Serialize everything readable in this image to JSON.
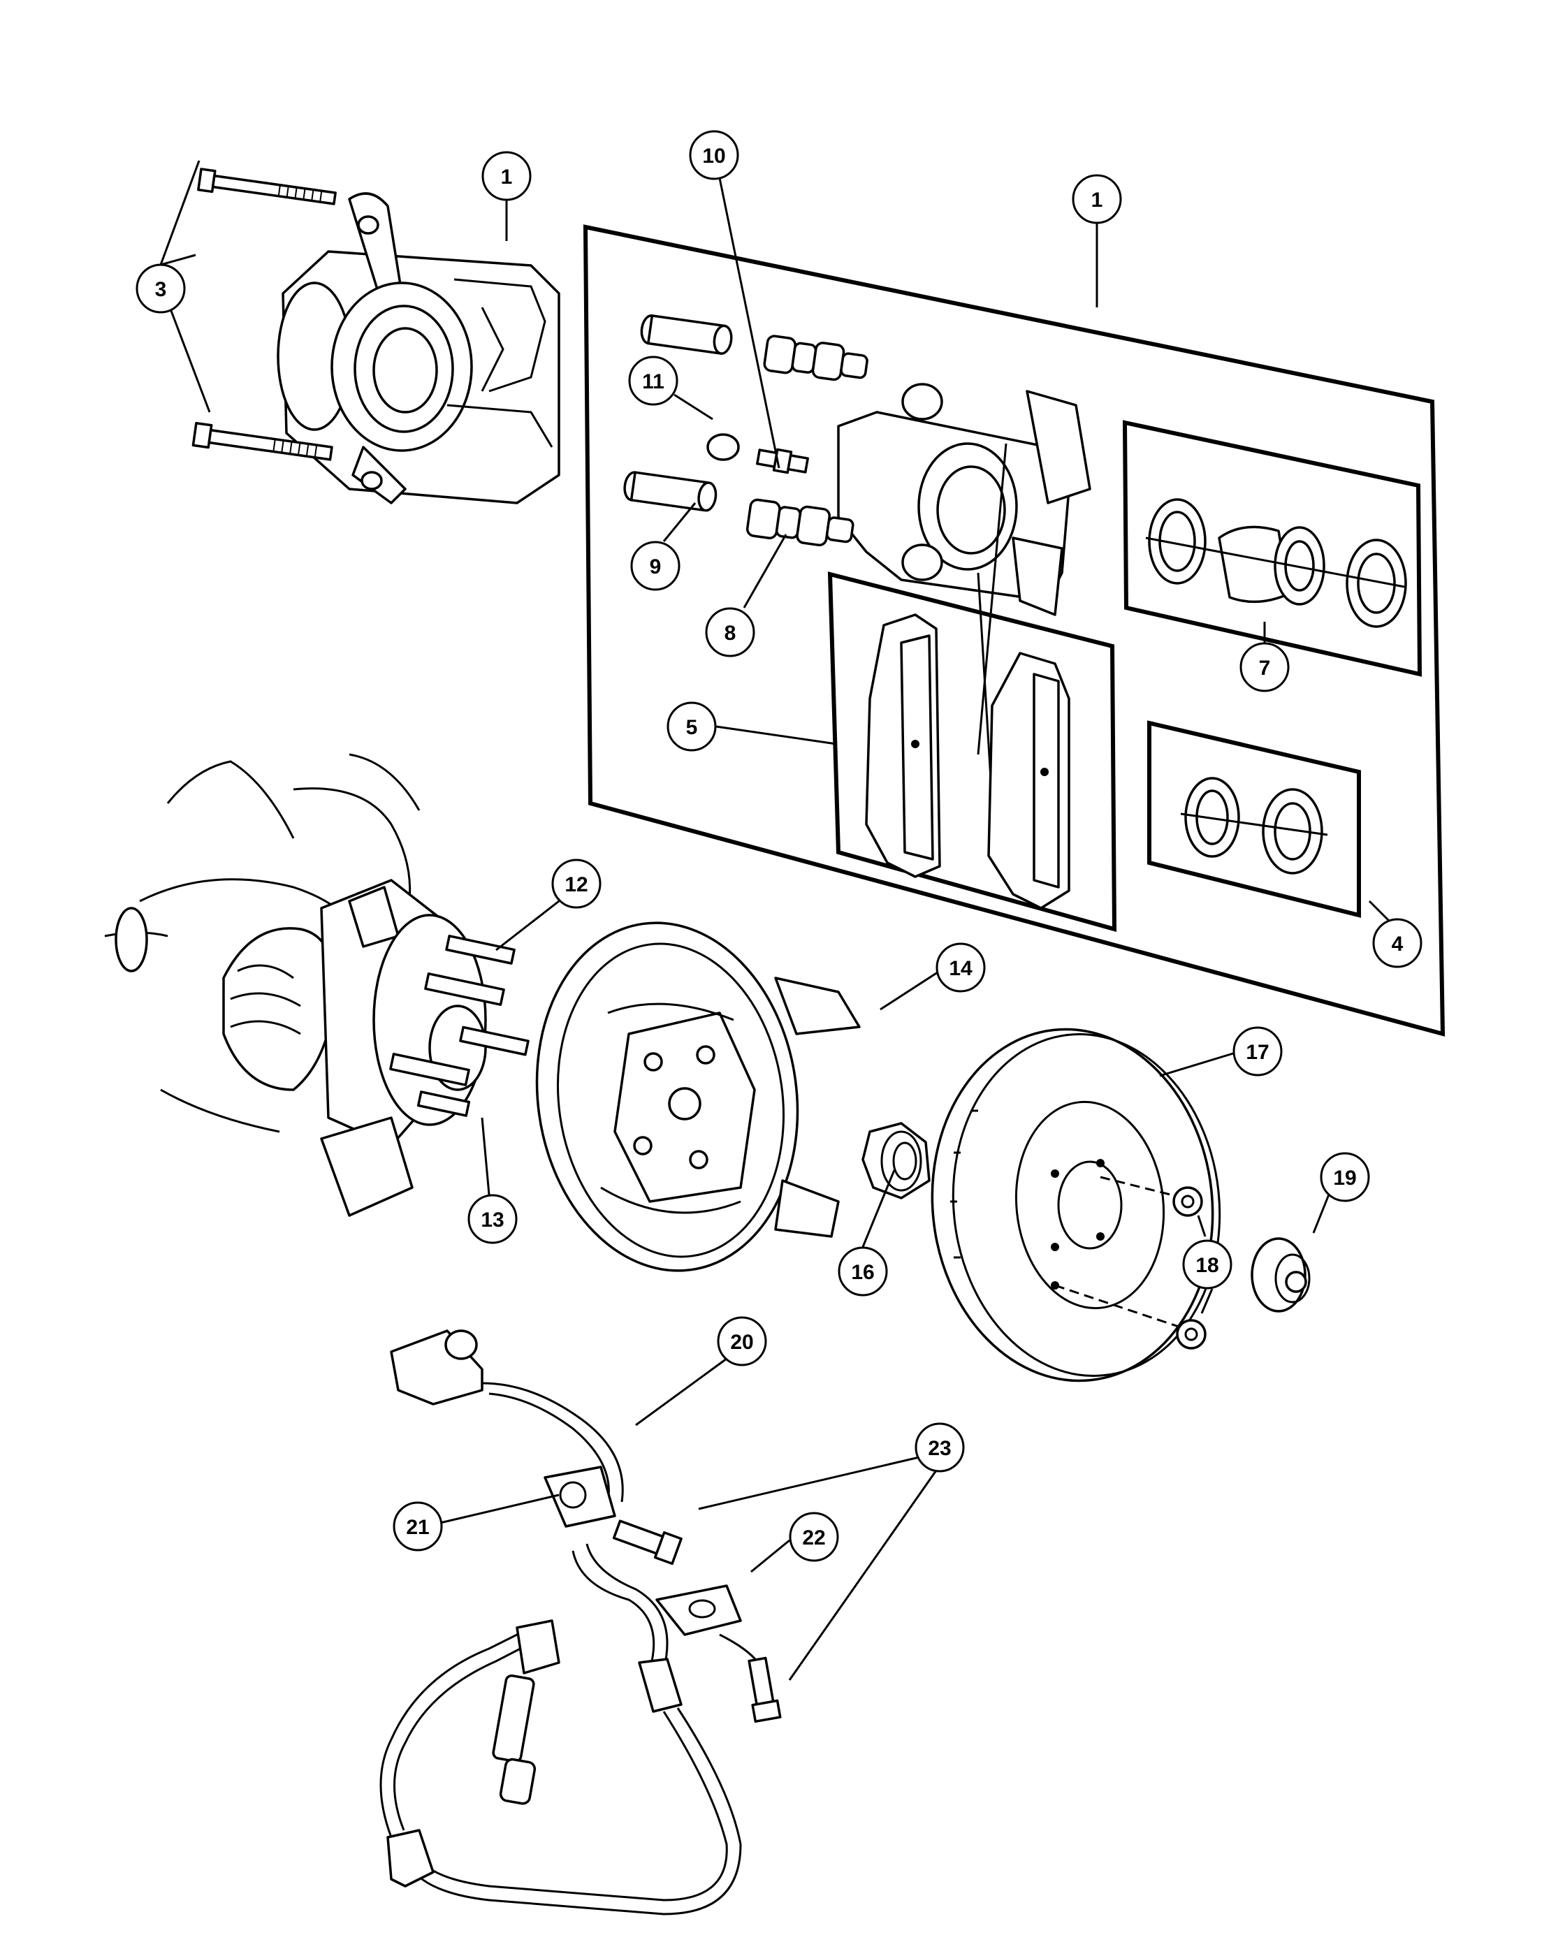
{
  "callouts": [
    {
      "id": "c1a",
      "label": "1"
    },
    {
      "id": "c1b",
      "label": "1"
    },
    {
      "id": "c3",
      "label": "3"
    },
    {
      "id": "c4",
      "label": "4"
    },
    {
      "id": "c5",
      "label": "5"
    },
    {
      "id": "c7",
      "label": "7"
    },
    {
      "id": "c8",
      "label": "8"
    },
    {
      "id": "c9",
      "label": "9"
    },
    {
      "id": "c10",
      "label": "10"
    },
    {
      "id": "c11",
      "label": "11"
    },
    {
      "id": "c12",
      "label": "12"
    },
    {
      "id": "c13",
      "label": "13"
    },
    {
      "id": "c14",
      "label": "14"
    },
    {
      "id": "c16",
      "label": "16"
    },
    {
      "id": "c17",
      "label": "17"
    },
    {
      "id": "c18",
      "label": "18"
    },
    {
      "id": "c19",
      "label": "19"
    },
    {
      "id": "c20",
      "label": "20"
    },
    {
      "id": "c21",
      "label": "21"
    },
    {
      "id": "c22",
      "label": "22"
    },
    {
      "id": "c23",
      "label": "23"
    }
  ],
  "parts": [
    "caliper-assembly",
    "caliper-mounting-bolts",
    "caliper-repair-kit-panel",
    "piston-seal-kit",
    "brake-pads",
    "piston-boot-kit",
    "guide-pin-bushings",
    "guide-pins",
    "bleeder-screw",
    "bleeder-cap",
    "hub-and-bearing",
    "wheel-studs",
    "dust-shield",
    "hub-nut",
    "brake-rotor",
    "rotor-retainers",
    "hub-cap",
    "abs-wheel-speed-sensor",
    "sensor-bracket",
    "cable-clip",
    "sensor-screws"
  ]
}
